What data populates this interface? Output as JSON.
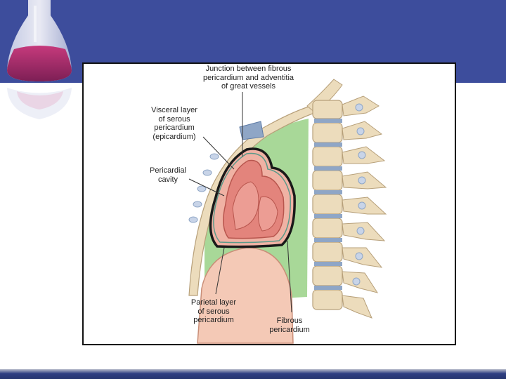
{
  "slide": {
    "accent_color": "#3d4d9c",
    "footer_color": "#2f3f82",
    "logo_icon": "flask-icon"
  },
  "figure": {
    "labels": {
      "junction": "Junction between fibrous\npericardium and adventitia\nof great vessels",
      "visceral": "Visceral layer\nof serous\npericardium\n(epicardium)",
      "cavity": "Pericardial\ncavity",
      "parietal": "Parietal layer\nof serous\npericardium",
      "fibrous": "Fibrous\npericardium"
    },
    "colors": {
      "mediastinum": "#a8d898",
      "heart": "#e3847c",
      "pericardium_sac": "#f0b2a4",
      "bone": "#ecdcbc",
      "disc": "#8fa6c6",
      "diaphragm": "#f4c9b6"
    }
  }
}
